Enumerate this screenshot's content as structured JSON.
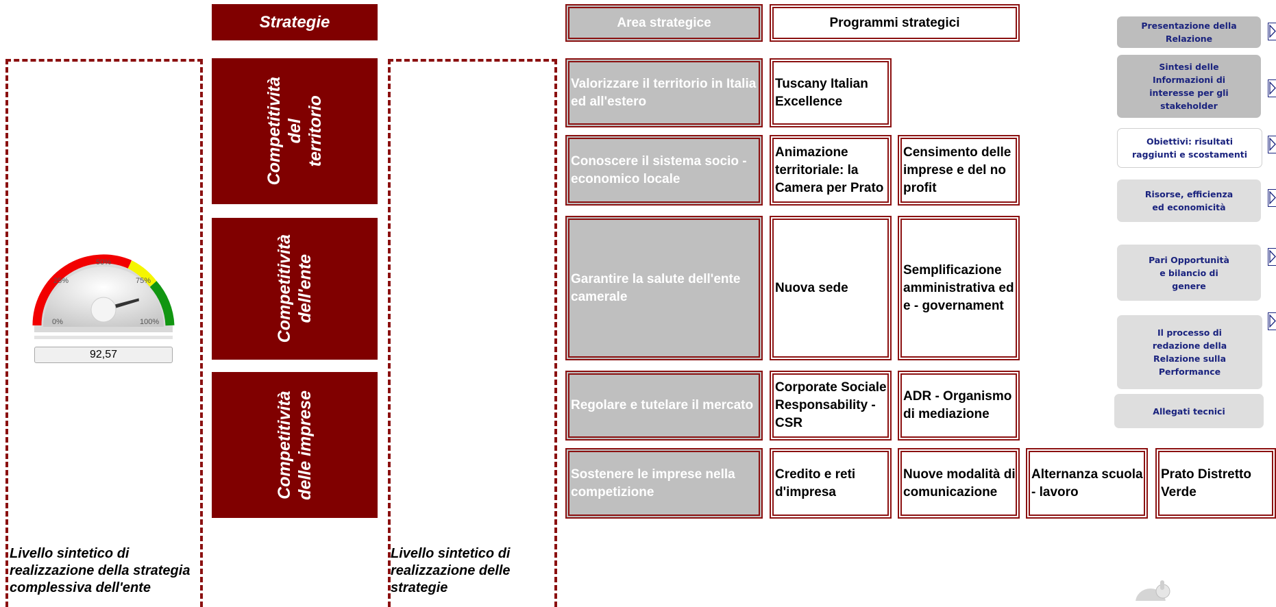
{
  "left_panel": {
    "gauge_value": "92,57",
    "gauge_level": 92.57,
    "ticks": [
      "0%",
      "25%",
      "50%",
      "75%",
      "100%"
    ],
    "caption": "Livello sintetico di realizzazione della strategia complessiva dell'ente"
  },
  "strategies": {
    "header": "Strategie",
    "items": [
      "Competitività\ndel\nterritorio",
      "Competitività\ndell'ente",
      "Competitività\ndelle imprese"
    ]
  },
  "middle_panel": {
    "caption": "Livello sintetico di realizzazione delle strategie"
  },
  "table": {
    "area_header": "Area strategice",
    "program_header": "Programmi strategici",
    "rows": [
      {
        "area": "Valorizzare il territorio in Italia ed all'estero",
        "programs": [
          "Tuscany Italian Excellence"
        ]
      },
      {
        "area": "Conoscere il sistema socio - economico locale",
        "programs": [
          "Animazione territoriale: la Camera per Prato",
          "Censimento delle imprese e del no profit"
        ]
      },
      {
        "area": "Garantire la salute dell'ente camerale",
        "programs": [
          "Nuova sede",
          "Semplificazione amministrativa ed e - governament"
        ]
      },
      {
        "area": "Regolare e tutelare il mercato",
        "programs": [
          "Corporate Sociale Responsability - CSR",
          "ADR - Organismo di mediazione"
        ]
      },
      {
        "area": "Sostenere le imprese nella competizione",
        "programs": [
          "Credito e reti d'impresa",
          "Nuove modalità di comunicazione",
          "Alternanza scuola - lavoro",
          "Prato Distretto Verde"
        ]
      }
    ]
  },
  "nav": {
    "items": [
      "Presentazione della Relazione",
      "Sintesi delle Informazioni di interesse per gli stakeholder",
      "Obiettivi: risultati raggiunti e scostamenti",
      "Risorse, efficienza ed economicità",
      "Pari Opportunità e bilancio di genere",
      "Il processo di redazione della Relazione sulla Performance",
      "Allegati tecnici"
    ]
  },
  "colors": {
    "maroon": "#800000",
    "border": "#8b1010",
    "area_gray": "#bfbfbf",
    "nav_text": "#1a237e"
  }
}
